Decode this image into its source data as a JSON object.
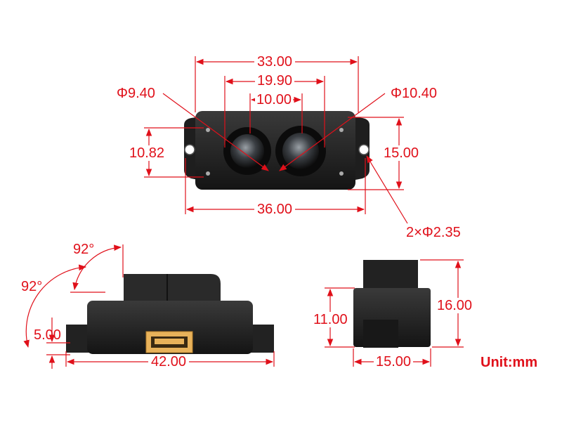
{
  "dimensions": {
    "top_width": "33.00",
    "lens_span": "19.90",
    "lens_gap": "10.00",
    "lens_left_dia": "Φ9.40",
    "lens_right_dia": "Φ10.40",
    "body_height": "10.82",
    "flange_height": "15.00",
    "hole_span": "36.00",
    "mount_hole": "2×Φ2.35",
    "fov_horizontal": "92°",
    "fov_vertical": "92°",
    "flange_thickness": "5.00",
    "overall_length": "42.00",
    "side_body_height": "11.00",
    "side_total_height": "16.00",
    "side_depth": "15.00"
  },
  "unit_label": "Unit:mm",
  "colors": {
    "dimension": "#e0101a",
    "device": "#1c1c1c",
    "connector": "#e8b25a"
  }
}
